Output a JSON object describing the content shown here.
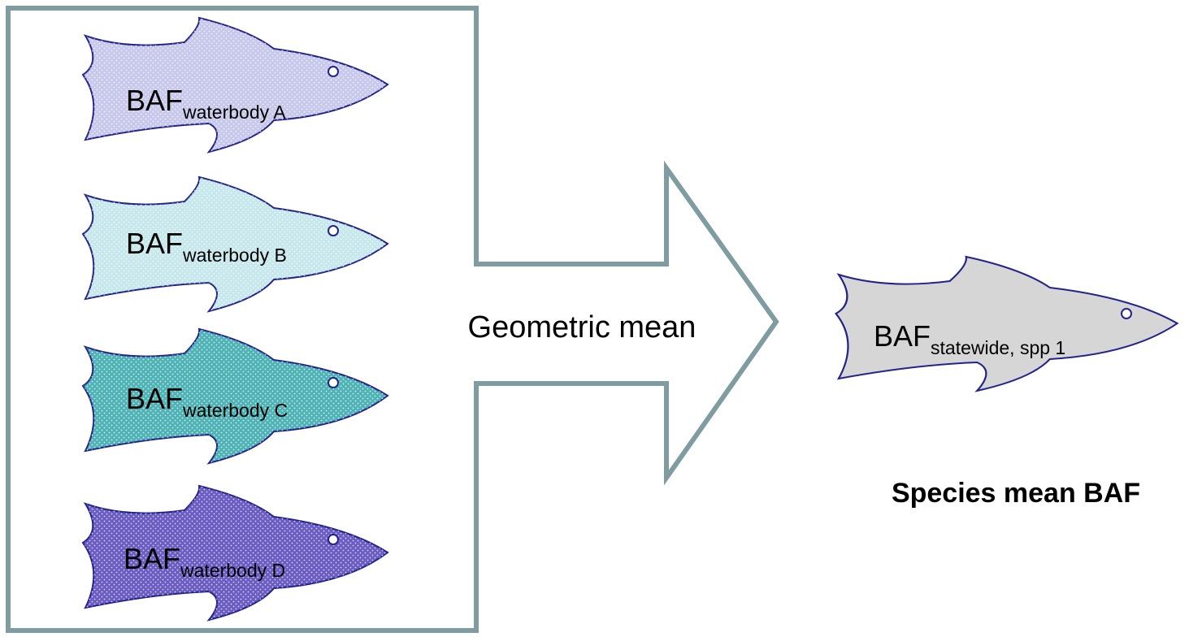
{
  "fish_group": [
    {
      "main": "BAF",
      "sub": "waterbody A",
      "fill": "#c8c8ec"
    },
    {
      "main": "BAF",
      "sub": "waterbody B",
      "fill": "#c6e8ec"
    },
    {
      "main": "BAF",
      "sub": "waterbody C",
      "fill": "#4fb3b6"
    },
    {
      "main": "BAF",
      "sub": "waterbody D",
      "fill": "#6a5cc4"
    }
  ],
  "result_fish": {
    "main": "BAF",
    "sub": "statewide, spp 1",
    "fill": "#d6d6d6"
  },
  "arrow_label": "Geometric mean",
  "result_caption": "Species mean BAF",
  "colors": {
    "frame": "#7f9ca0",
    "outline": "#23238c"
  }
}
